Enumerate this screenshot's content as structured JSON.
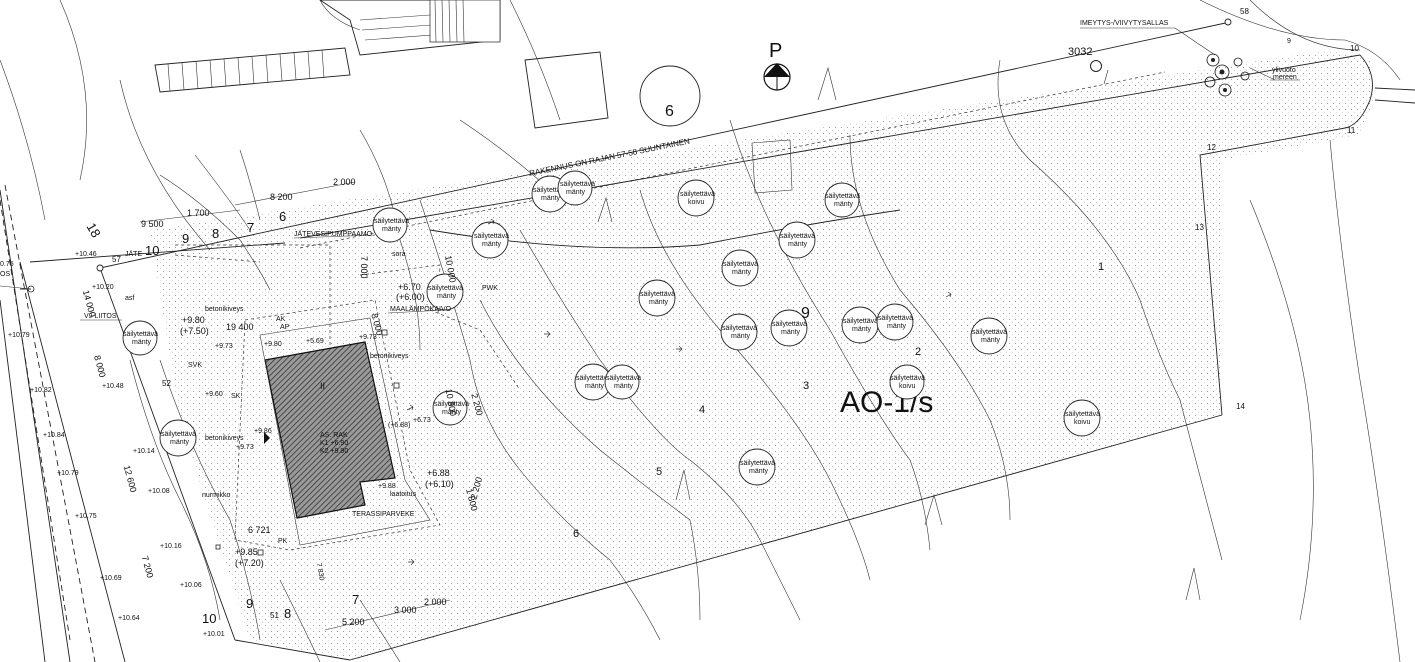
{
  "plan": {
    "zone_label": "AO-1/s",
    "north_label": "P",
    "number_6": "6",
    "parcel_id": "3032",
    "boundary_note": "RAKENNUS ON RAJAN 57-58 SUUNTAINEN",
    "infiltration_label": "IMEYTYS-/VIIVYTYSALLAS",
    "overflow_label_1": "ylivuoto",
    "overflow_label_2": "mereen",
    "pump_label": "JÄTEVESIPUMPPAAMO",
    "heat_label": "MAALÄMPÖKAIVO",
    "water_label": "VJ-LIITOS",
    "waste_label": "JÄTE",
    "terrace_label": "TERASSIPARVEKE",
    "tiling_label": "laatoitus",
    "building": {
      "floor": "II",
      "line1": "AS. RAK",
      "line2": "K1 +6.90",
      "line3": "K2 +9.90"
    },
    "surfaces": {
      "concrete_1": "betonikiveys",
      "concrete_2": "betonikiveys",
      "concrete_3": "betonikiveys",
      "gravel": "sora",
      "asphalt": "asf",
      "lawn": "nurmikko"
    },
    "tree_line1": "säilytettävä",
    "tree_mänty": "mänty",
    "tree_koivu": "koivu",
    "points": {
      "p58": "58",
      "p57": "57",
      "p52": "52",
      "p51": "51",
      "p18": "18",
      "p9": "9",
      "p10": "10",
      "p11": "11",
      "p12": "12",
      "p13": "13",
      "p14": "14"
    },
    "contours": {
      "c1": "1",
      "c2": "2",
      "c3": "3",
      "c4": "4",
      "c5": "5",
      "c6": "6",
      "c7": "7",
      "c8": "8",
      "c9": "9",
      "c10": "10",
      "c9b": "9",
      "c8b": "8",
      "c7b": "7",
      "c6b": "6",
      "c9c": "9",
      "c10c": "10",
      "c18": "18"
    },
    "dimensions": {
      "d8200": "8 200",
      "d2000a": "2 000",
      "d9500": "9 500",
      "d1700": "1 700",
      "d7000": "7 000",
      "d10000": "10 000",
      "d14000": "14 000",
      "d19400": "19 400",
      "d8000a": "8 000",
      "d8000b": "8 000",
      "d12600": "12 600",
      "d7200": "7 200",
      "d10800": "10 800",
      "d2200a": "2 200",
      "d2200b": "2 200",
      "d1800": "1 800",
      "d5200": "5 200",
      "d3000": "3 000",
      "d2000b": "2 000",
      "d6721": "6 721",
      "d7830": "7 830"
    },
    "levels": {
      "l1046": "+10.46",
      "l1020": "+10.20",
      "l1079": "+10.79",
      "l1048": "+10.48",
      "l1082": "+10.82",
      "l1084": "+10.84",
      "l1079b": "+10.79",
      "l1075": "+10.75",
      "l1069": "+10.69",
      "l1064": "+10.64",
      "l1001": "+10.01",
      "l1006": "+10.06",
      "l1016": "+10.16",
      "l1008": "+10.08",
      "l1014": "+10.14",
      "l075": "0.75",
      "l960": "+9.60",
      "l973": "+9.73",
      "l973b": "+9.73",
      "l973c": "+9.73",
      "l980": "+9.80",
      "l980b": "+9.80",
      "l750": "(+7.50)",
      "l986": "+9.86",
      "l985": "+9.85",
      "l720": "(+7.20)",
      "l988": "+9.88",
      "l670": "+6.70",
      "l600": "(+6.00)",
      "l688": "(+6.88)",
      "l688b": "+6.88",
      "l610": "(+6.10)",
      "l569": "+5.69",
      "l673": "+6.73"
    },
    "small": {
      "ap": "AP",
      "ak": "AK",
      "pk": "PK",
      "svk": "SVK",
      "sk": "SK",
      "ros": "OS",
      "pwk": "PWK"
    }
  }
}
